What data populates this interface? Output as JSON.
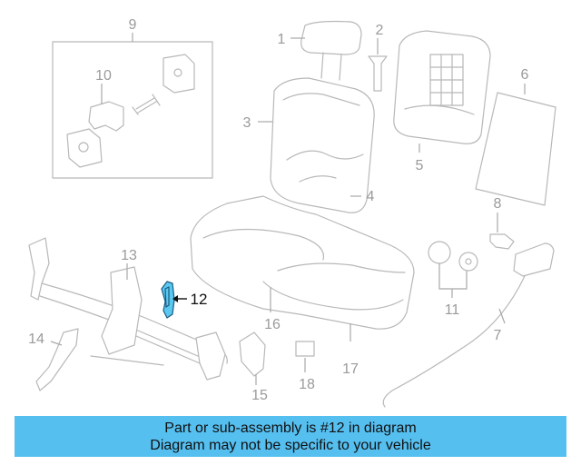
{
  "banner": {
    "line1": "Part or sub-assembly is #12 in diagram",
    "line2": "Diagram may not be specific to your vehicle"
  },
  "callouts": {
    "c1": "1",
    "c2": "2",
    "c3": "3",
    "c4": "4",
    "c5": "5",
    "c6": "6",
    "c7": "7",
    "c8": "8",
    "c9": "9",
    "c10": "10",
    "c11": "11",
    "c12": "12",
    "c13": "13",
    "c14": "14",
    "c15": "15",
    "c16": "16",
    "c17": "17",
    "c18": "18"
  },
  "highlighted_part": "12",
  "colors": {
    "banner": "#55bff0",
    "highlight_fill": "#5bc8f0",
    "highlight_outline": "#1c5a80",
    "line_art": "#b8b8b8"
  }
}
